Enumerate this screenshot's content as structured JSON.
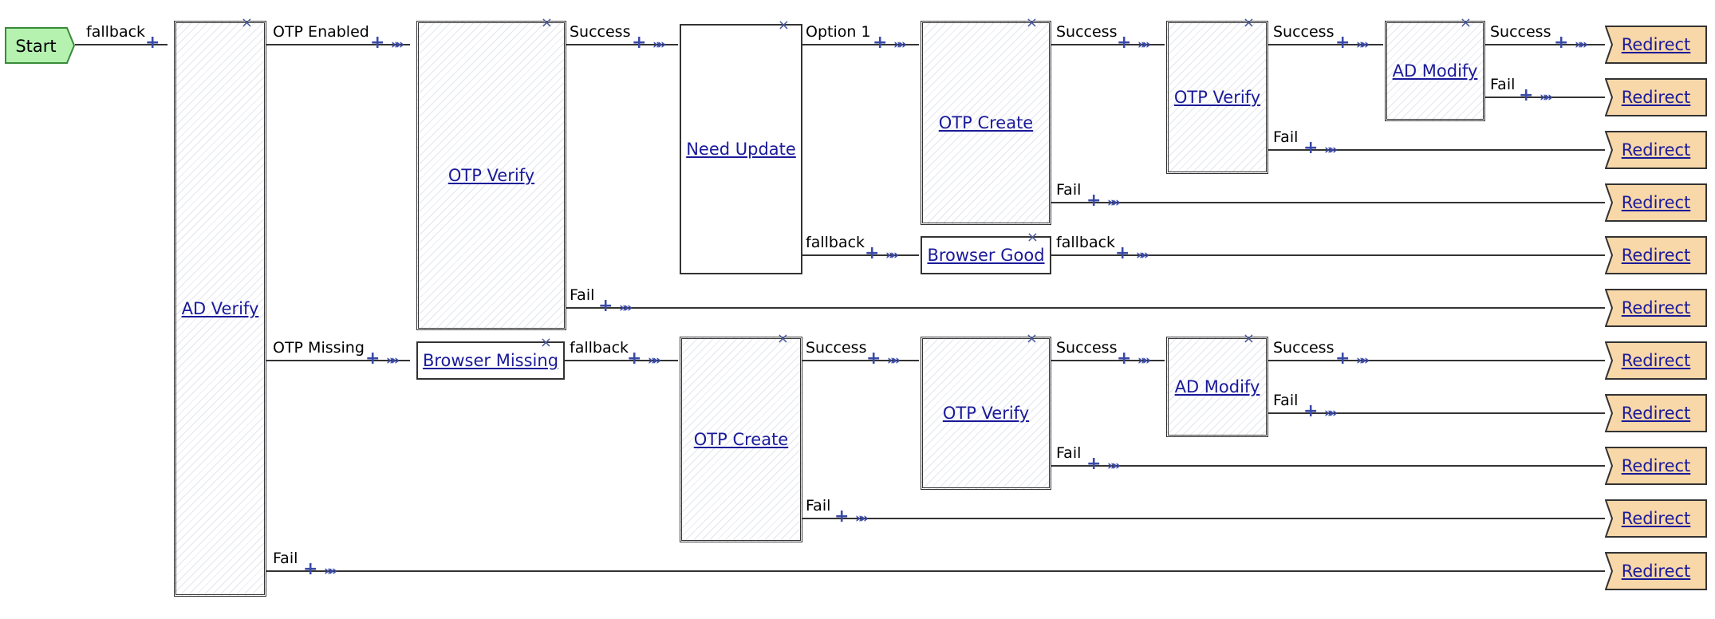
{
  "colors": {
    "line": "#333333",
    "accent": "#3a4aa8",
    "start_fill": "#b5f2b0",
    "start_stroke": "#3a8a3a",
    "redirect_fill": "#f8d7a8",
    "redirect_stroke": "#333333",
    "link": "#1a1a9a"
  },
  "icons": {
    "close": "×",
    "plus": "+",
    "arrow": "»»"
  },
  "start": {
    "label": "Start"
  },
  "edges": {
    "fallback": "fallback",
    "otp_enabled": "OTP Enabled",
    "otp_missing": "OTP Missing",
    "success": "Success",
    "fail": "Fail",
    "option1": "Option 1"
  },
  "nodes": {
    "ad_verify": "AD Verify",
    "otp_verify": "OTP Verify",
    "need_update": "Need Update",
    "otp_create": "OTP Create",
    "browser_good": "Browser Good",
    "ad_modify": "AD Modify",
    "browser_missing": "Browser Missing"
  },
  "redirect": {
    "label": "Redirect"
  }
}
